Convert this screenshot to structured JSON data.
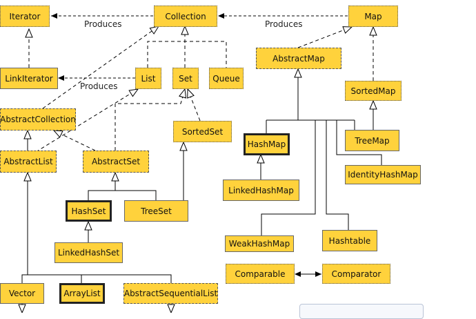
{
  "nodes": {
    "iterator": "Iterator",
    "collection": "Collection",
    "map": "Map",
    "linkiterator": "LinkIterator",
    "list": "List",
    "set": "Set",
    "queue": "Queue",
    "abstractmap": "AbstractMap",
    "sortedmap": "SortedMap",
    "abstractcollection": "AbstractCollection",
    "sortedset": "SortedSet",
    "hashmap": "HashMap",
    "treemap": "TreeMap",
    "abstractlist": "AbstractList",
    "abstractset": "AbstractSet",
    "identityhashmap": "IdentityHashMap",
    "linkedhashmap": "LinkedHashMap",
    "hashset": "HashSet",
    "treeset": "TreeSet",
    "weakhashmap": "WeakHashMap",
    "hashtable": "Hashtable",
    "linkedhashset": "LinkedHashSet",
    "comparable": "Comparable",
    "comparator": "Comparator",
    "vector": "Vector",
    "arraylist": "ArrayList",
    "abstractsequentiallist": "AbstractSequentialList"
  },
  "labels": {
    "produces_iterator": "Produces",
    "produces_map": "Produces",
    "produces_linkiterator": "Produces"
  },
  "colors": {
    "box_fill": "#ffd23c",
    "line": "#000000"
  }
}
